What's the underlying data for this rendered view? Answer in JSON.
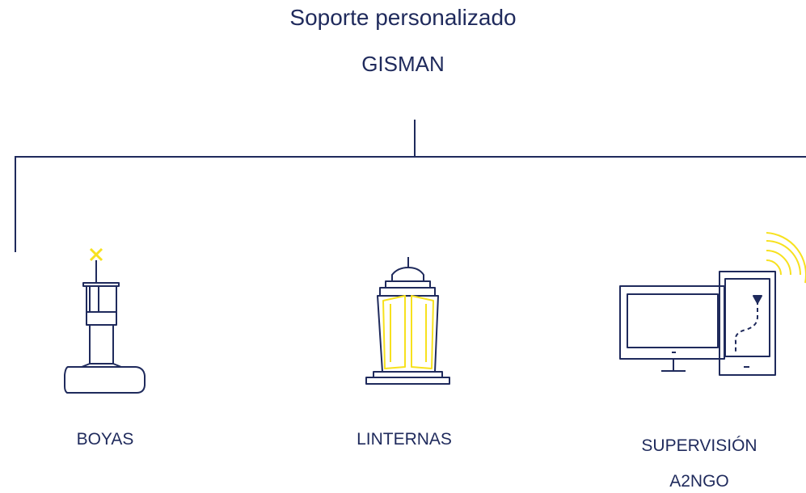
{
  "header": {
    "title": "Soporte personalizado",
    "subtitle": "GISMAN"
  },
  "items": [
    {
      "id": "boyas",
      "label": "BOYAS",
      "icon": "buoy-icon"
    },
    {
      "id": "linternas",
      "label": "LINTERNAS",
      "icon": "lantern-icon"
    },
    {
      "id": "supervision",
      "label_line1": "SUPERVISIÓN",
      "label_line2": "A2NGO",
      "icon": "computer-monitor-icon"
    }
  ],
  "colors": {
    "navy": "#1f2a5c",
    "accent_yellow": "#f7e11e",
    "background": "#ffffff"
  }
}
